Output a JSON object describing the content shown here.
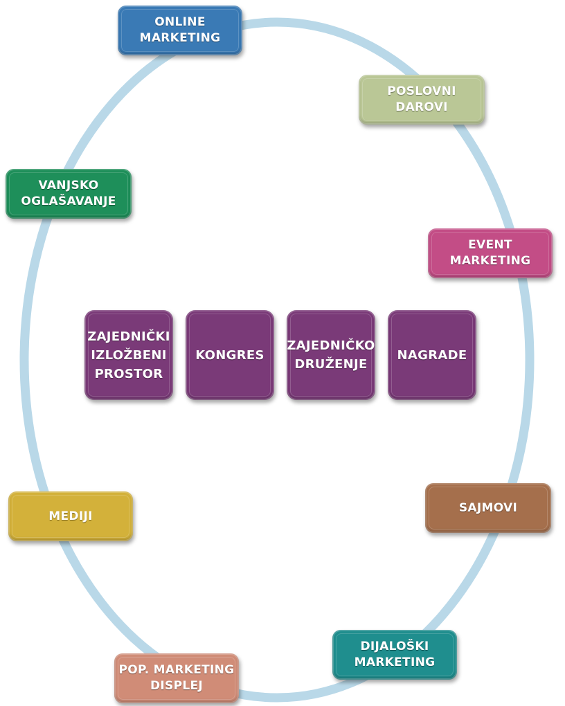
{
  "colors": {
    "ring": "#b9d8e8",
    "online": "#3a7ab5",
    "poslovni": "#bac796",
    "vanjsko": "#1e8f5a",
    "event": "#c34d86",
    "center": "#7a3a78",
    "mediji": "#d3b13a",
    "sajmovi": "#a56f4c",
    "dijaloski": "#1f8e8e",
    "pop": "#d08c77"
  },
  "nodes": {
    "online_marketing": "ONLINE\nMARKETING",
    "poslovni_darovi": "POSLOVNI\nDAROVI",
    "vanjsko_oglasavanje": "VANJSKO\nOGLAŠAVANJE",
    "event_marketing": "EVENT\nMARKETING",
    "mediji": "MEDIJI",
    "sajmovi": "SAJMOVI",
    "dijaloski_marketing": "DIJALOŠKI\nMARKETING",
    "pop_marketing": "POP. MARKETING\nDISPLEJ"
  },
  "center": {
    "izlozbeni": "ZAJEDNIČKI\nIZLOŽBENI\nPROSTOR",
    "kongres": "KONGRES",
    "druzenje": "ZAJEDNIČKO\nDRUŽENJE",
    "nagrade": "NAGRADE"
  }
}
